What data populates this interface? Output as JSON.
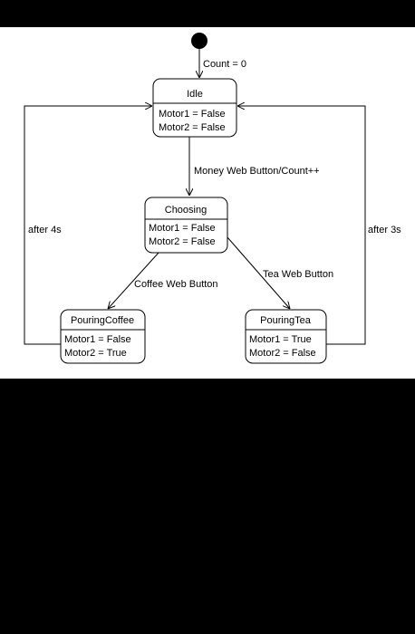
{
  "diagram": {
    "states": {
      "idle": {
        "name": "Idle",
        "attrs": [
          "Motor1 = False",
          "Motor2 = False"
        ]
      },
      "choosing": {
        "name": "Choosing",
        "attrs": [
          "Motor1 = False",
          "Motor2 = False"
        ]
      },
      "pouring_coffee": {
        "name": "PouringCoffee",
        "attrs": [
          "Motor1 = False",
          "Motor2 = True"
        ]
      },
      "pouring_tea": {
        "name": "PouringTea",
        "attrs": [
          "Motor1 = True",
          "Motor2 = False"
        ]
      }
    },
    "transitions": {
      "initial": "Count = 0",
      "idle_to_choosing": "Money Web Button/Count++",
      "choosing_to_coffee": "Coffee Web Button",
      "choosing_to_tea": "Tea Web Button",
      "coffee_to_idle": "after 4s",
      "tea_to_idle": "after 3s"
    }
  }
}
